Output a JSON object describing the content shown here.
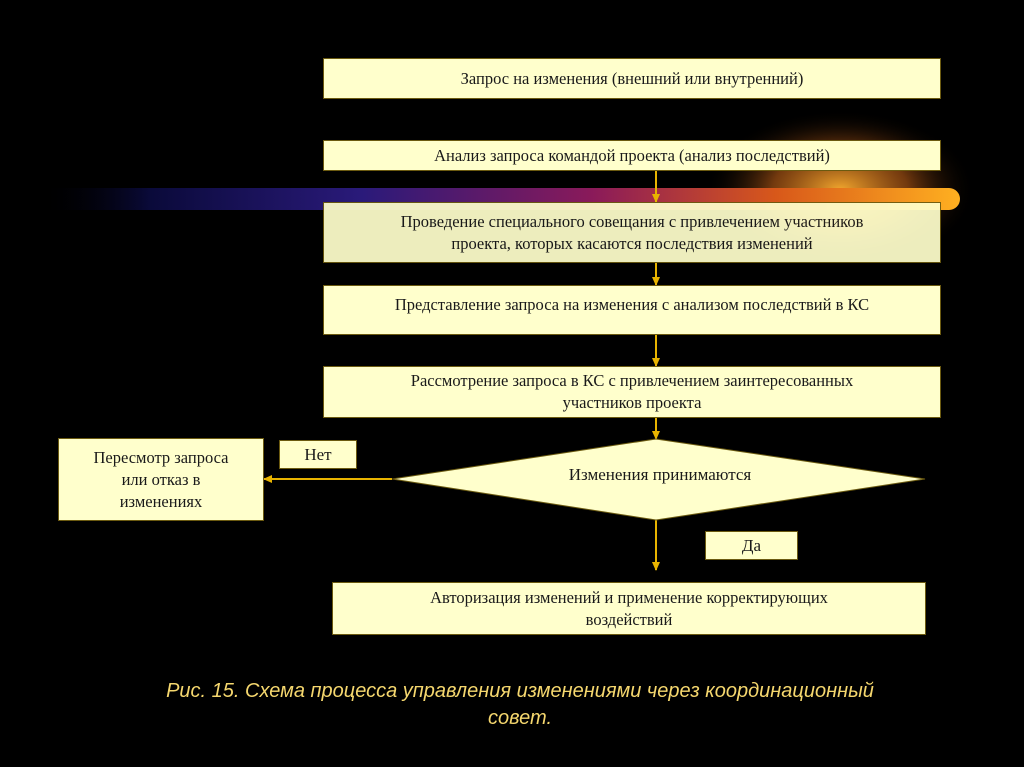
{
  "nodes": {
    "request": "Запрос на изменения (внешний или внутренний)",
    "analysis": "Анализ запроса командой проекта (анализ последствий)",
    "meeting_line1": "Проведение специального совещания с привлечением участников",
    "meeting_line2": "проекта, которых касаются последствия изменений",
    "presentation": "Представление запроса на изменения с анализом последствий в КС",
    "review_line1": "Рассмотрение запроса в КС с привлечением заинтересованных",
    "review_line2": "участников проекта",
    "decision": "Изменения принимаются",
    "reject_line1": "Пересмотр запроса",
    "reject_line2": "или отказ в",
    "reject_line3": "изменениях",
    "authorize_line1": "Авторизация изменений и применение корректирующих",
    "authorize_line2": "воздействий"
  },
  "labels": {
    "no": "Нет",
    "yes": "Да"
  },
  "caption": {
    "line1": "Рис. 15. Схема процесса управления изменениями через координационный",
    "line2": "совет."
  },
  "colors": {
    "background": "#000000",
    "box_fill": "#ffffcc",
    "arrow": "#e8b400",
    "caption": "#f5d76e"
  }
}
